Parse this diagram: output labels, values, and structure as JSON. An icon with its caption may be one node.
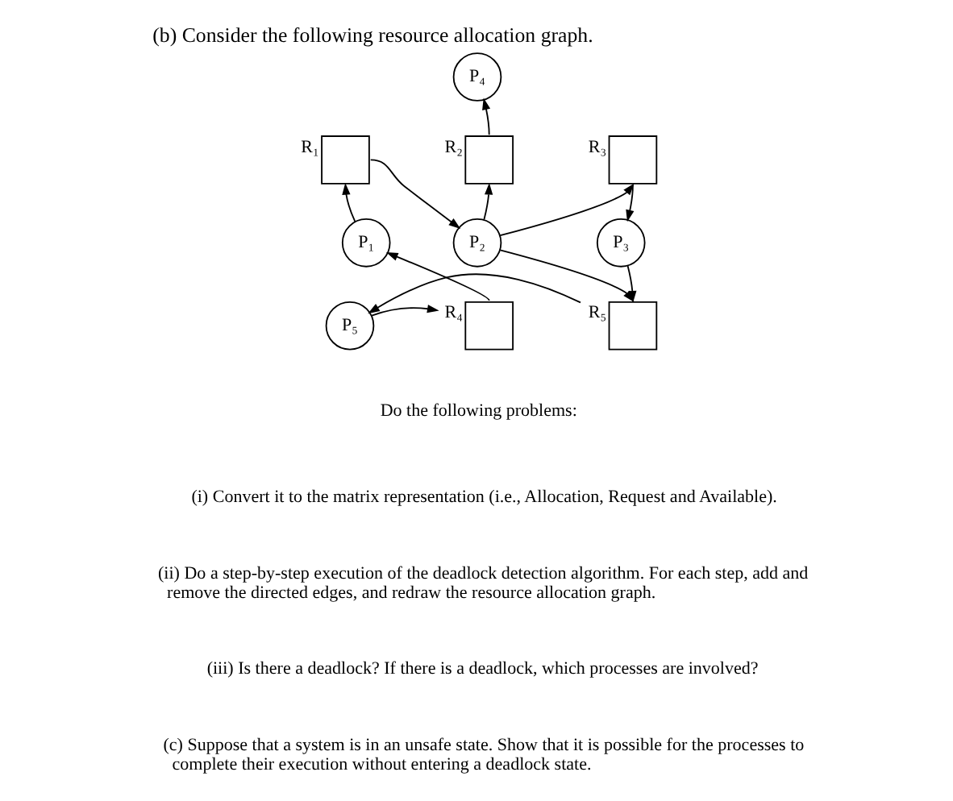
{
  "diagram": {
    "title": "(b) Consider the following resource allocation graph.",
    "nodes": [
      {
        "text": [
          "P₄"
        ]
      },
      {
        "text": [
          "R₁"
        ]
      },
      {
        "text": [
          "R₂"
        ]
      },
      {
        "text": [
          "R₃"
        ]
      },
      {
        "text": [
          "P₁"
        ]
      },
      {
        "text": [
          "P₂"
        ]
      },
      {
        "text": [
          "P₃"
        ]
      },
      {
        "text": [
          "R₄"
        ]
      },
      {
        "text": [
          "P₅"
        ]
      },
      {
        "text": [
          "R₅"
        ]
      }
    ],
    "edges": [
      {
        "from": 2,
        "to": 0,
        "arrow": "to"
      },
      {
        "from": 4,
        "to": 1,
        "arrow": "to"
      },
      {
        "from": 1,
        "to": 5,
        "arrow": "to"
      },
      {
        "from": 5,
        "to": 2,
        "arrow": "to"
      },
      {
        "from": 5,
        "to": 3,
        "arrow": "to"
      },
      {
        "from": 3,
        "to": 6,
        "arrow": "to"
      },
      {
        "from": 7,
        "to": 4,
        "arrow": "to"
      },
      {
        "from": 5,
        "to": 9,
        "arrow": "to"
      },
      {
        "from": 6,
        "to": 9,
        "arrow": "to"
      },
      {
        "from": 9,
        "to": 8,
        "arrow": "to"
      },
      {
        "from": 8,
        "to": 7,
        "arrow": "to"
      }
    ],
    "labels": [
      "Do the following problems:",
      "(i) Convert it to the matrix representation (i.e., Allocation, Request and Available).",
      "(ii) Do a step-by-step execution of the deadlock detection algorithm. For each step, add and remove the directed edges, and redraw the resource allocation graph.",
      "(iii) Is there a deadlock? If there is a deadlock, which processes are involved?",
      "(c) Suppose that a system is in an unsafe state. Show that it is possible for the processes to complete their execution without entering a deadlock state."
    ]
  }
}
